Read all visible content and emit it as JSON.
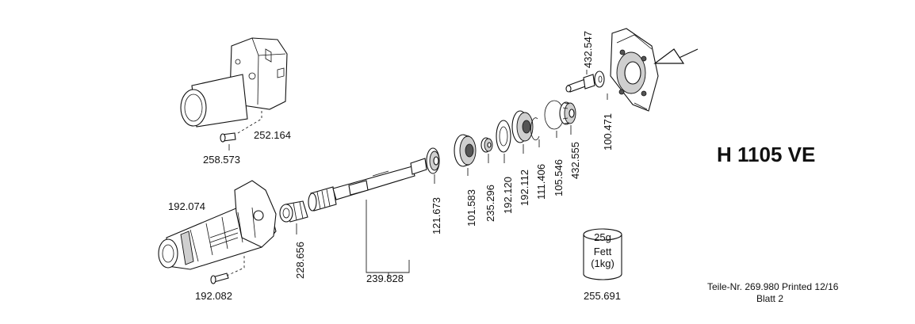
{
  "title": "H 1105 VE",
  "labels": {
    "p252164": "252.164",
    "p258573": "258.573",
    "p192074": "192.074",
    "p192082": "192.082",
    "p228656": "228.656",
    "p239828": "239.828",
    "p121673": "121.673",
    "p101583": "101.583",
    "p235296": "235.296",
    "p192120": "192.120",
    "p192112": "192.112",
    "p111406": "111.406",
    "p105546": "105.546",
    "p432555": "432.555",
    "p432547": "432.547",
    "p100471": "100.471",
    "p255691": "255.691"
  },
  "grease_can": {
    "weight": "25g",
    "content": "Fett",
    "package": "(1kg)"
  },
  "footer": {
    "part_number": "Teile-Nr. 269.980  Printed 12/16",
    "sheet": "Blatt 2"
  }
}
